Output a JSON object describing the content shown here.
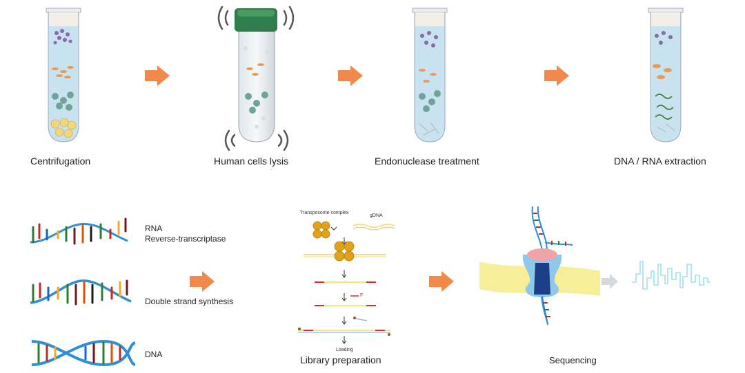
{
  "colors": {
    "arrow": "#f0894a",
    "tube_liquid": "#c9e2ef",
    "tube_cap": "#2f7d4b",
    "dna_blue": "#2f8fd6",
    "pore_blue": "#8ec9ea",
    "membrane": "#f7ee9a",
    "signal": "#9fe3f0",
    "transposome": "#e0a21a"
  },
  "steps": {
    "centrifugation": "Centrifugation",
    "lysis": "Human cells lysis",
    "endonuclease": "Endonuclease treatment",
    "extraction": "DNA / RNA extraction"
  },
  "nucleic": {
    "rna": "RNA",
    "rt": "Reverse-transcriptase",
    "ds": "Double strand synthesis",
    "dna": "DNA"
  },
  "library": {
    "transposome": "Transposome complex",
    "gdna": "gDNA",
    "primer": "F",
    "loading": "Loading",
    "title": "Library preparation"
  },
  "sequencing": {
    "title": "Sequencing"
  },
  "icons": [
    "test-tube-icon",
    "shaking-lines-icon",
    "right-arrow-icon",
    "transposome-icon",
    "nanopore-icon",
    "signal-trace-icon"
  ]
}
